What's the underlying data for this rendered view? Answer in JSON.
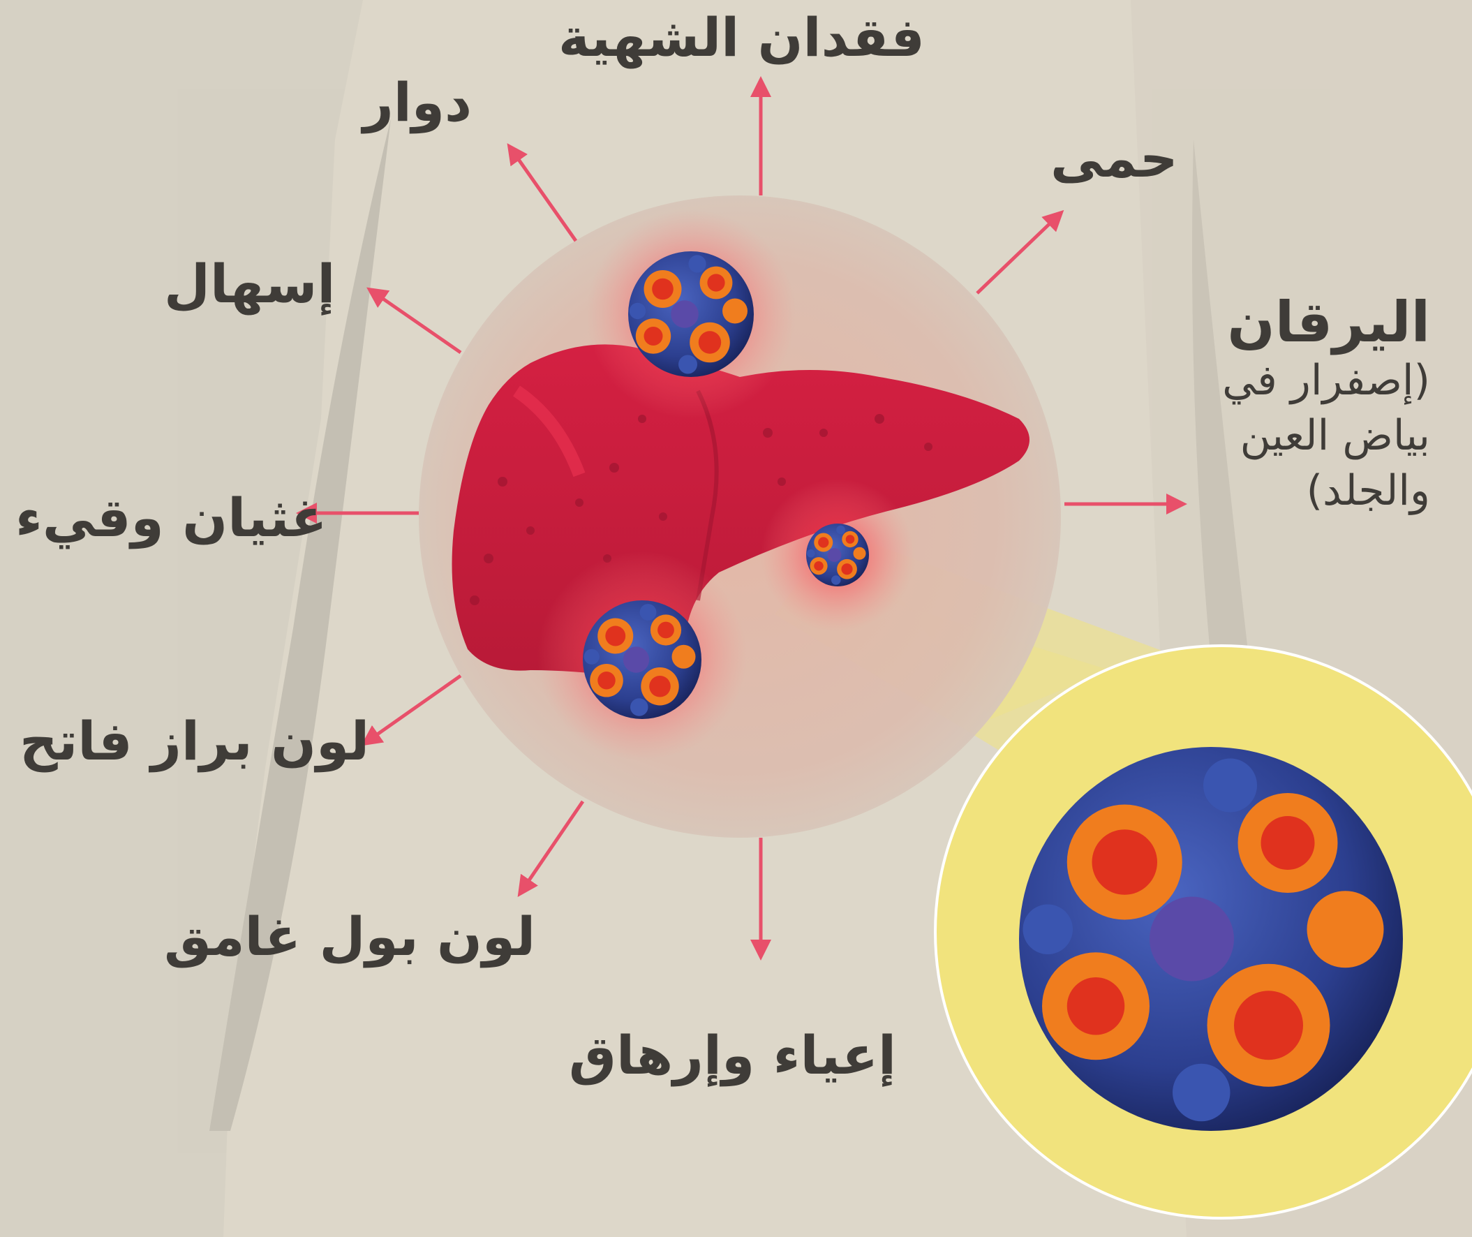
{
  "symptoms": {
    "loss_of_appetite": "فقدان الشهية",
    "dizziness": "دوار",
    "fever": "حمى",
    "diarrhea": "إسهال",
    "jaundice_title": "اليرقان",
    "jaundice_note_line1": "(إصفرار في",
    "jaundice_note_line2": "بياض العين",
    "jaundice_note_line3": "والجلد)",
    "nausea_vomiting": "غثيان وقيء",
    "light_stool": "لون براز فاتح",
    "dark_urine": "لون بول غامق",
    "fatigue": "إعياء وإرهاق"
  },
  "colors": {
    "background": "#ddd7c9",
    "text": "#3f3c38",
    "arrow": "#e8506a",
    "liver": "#c8203f",
    "zoom_highlight": "#f1e37d",
    "virus_blue": "#2d4a9a",
    "virus_orange": "#f07d1e",
    "virus_red": "#e0321e"
  },
  "icons": [
    "liver-illustration",
    "virus-particle",
    "arrow-icon"
  ]
}
